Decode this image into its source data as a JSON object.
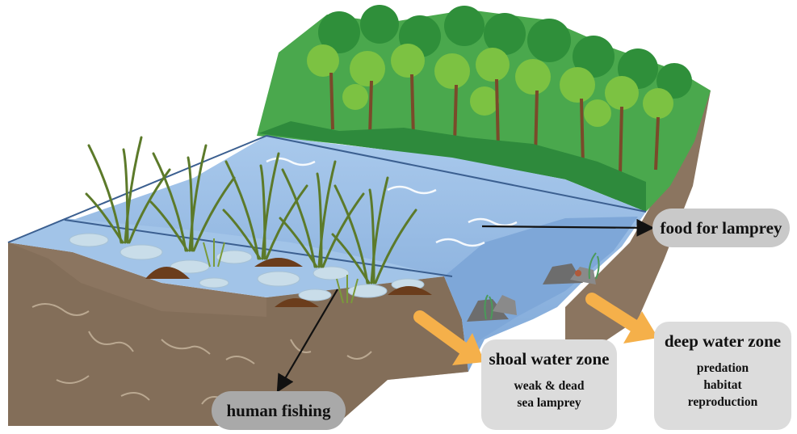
{
  "labels": {
    "food": "food for lamprey",
    "human": "human fishing"
  },
  "zones": {
    "shoal": {
      "title": "shoal water zone",
      "lines": [
        "weak & dead",
        "sea lamprey"
      ]
    },
    "deep": {
      "title": "deep water zone",
      "lines": [
        "predation",
        "habitat",
        "reproduction"
      ]
    }
  },
  "colors": {
    "soil": "#8b7560",
    "water": "#8fb6e0",
    "water_dark": "#6e98cc",
    "forest": "#3fa648",
    "arrow_orange": "#f5b04a",
    "label_light": "#c9c9c9",
    "label_dark": "#a9a9a9"
  }
}
